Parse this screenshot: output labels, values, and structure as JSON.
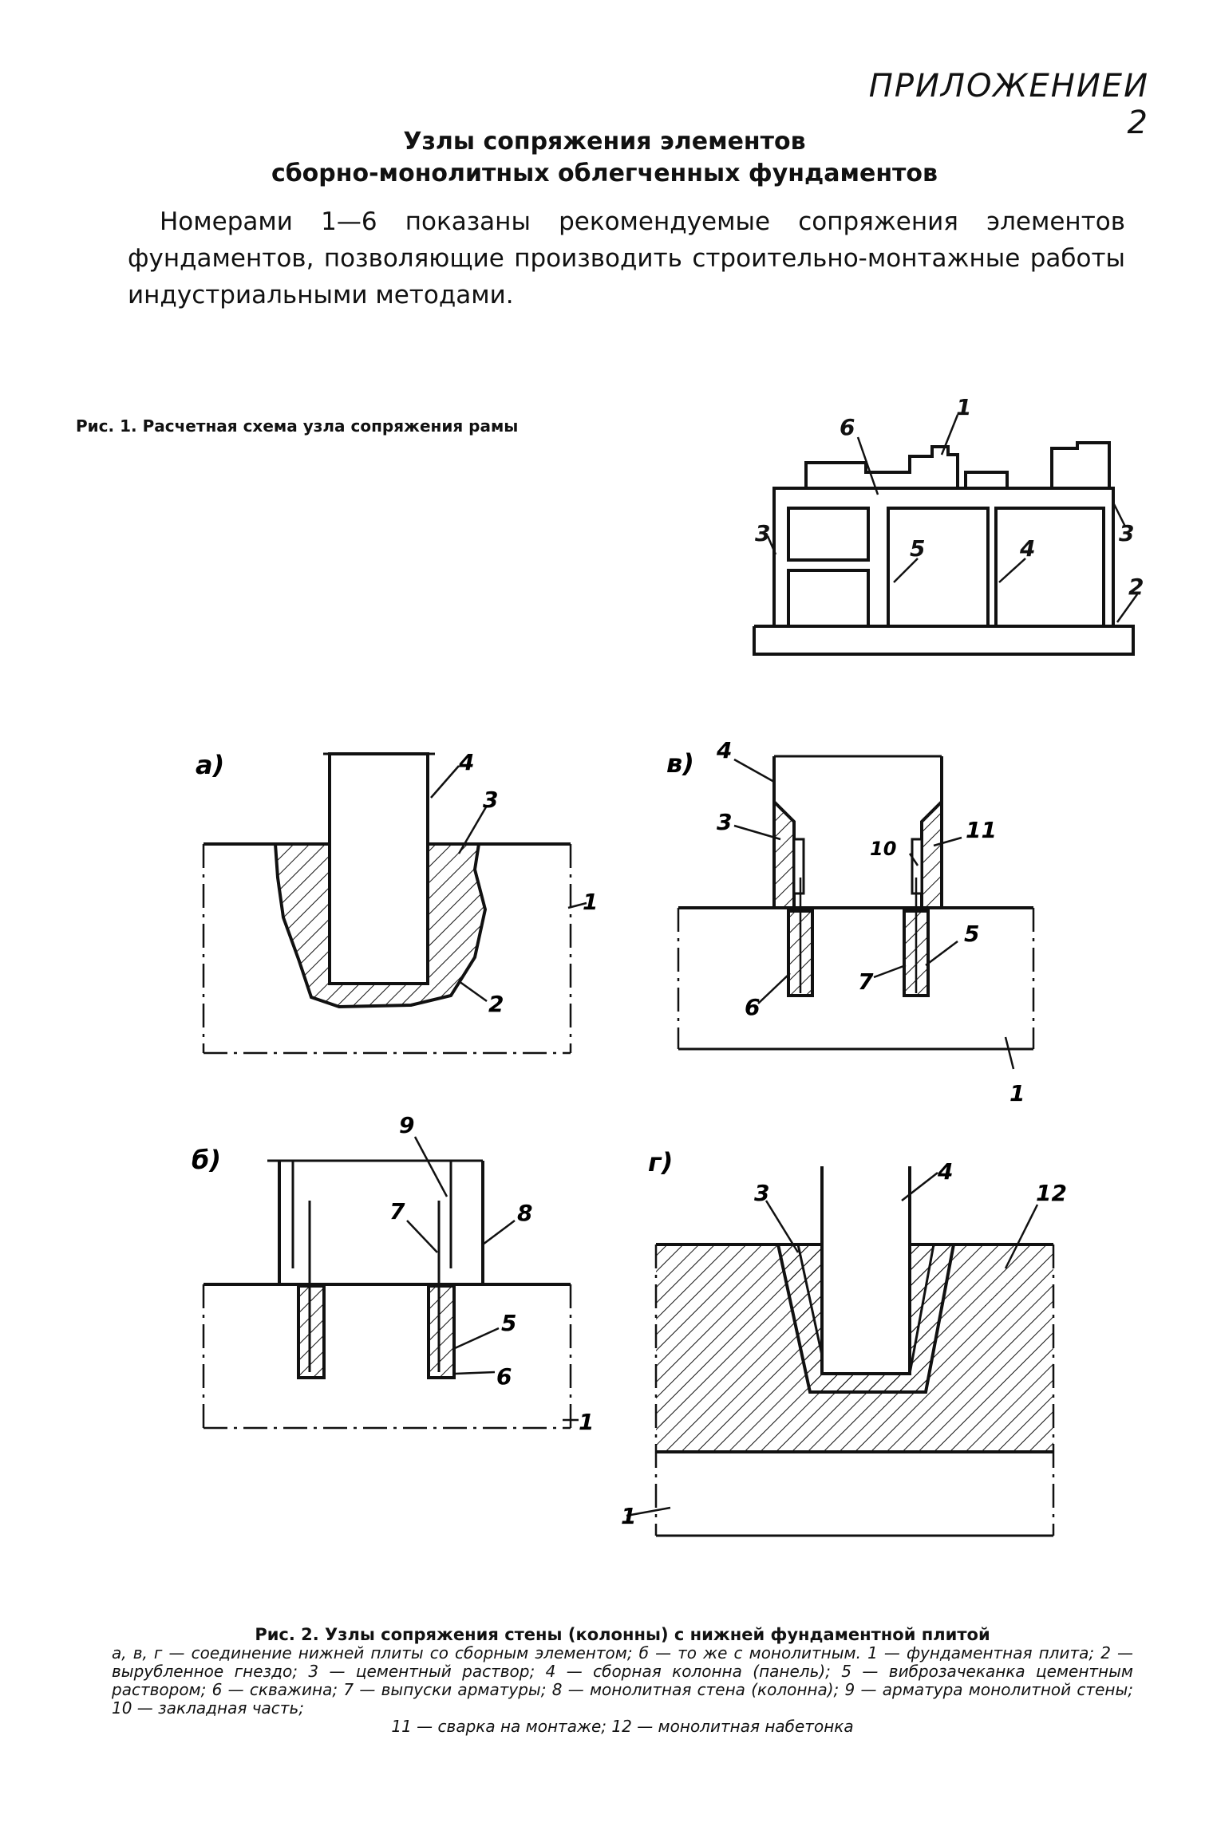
{
  "header": {
    "appendix": "ПРИЛОЖЕНИЕИ 2"
  },
  "title": {
    "line1": "Узлы сопряжения элементов",
    "line2": "сборно-монолитных облегченных фундаментов"
  },
  "intro": "Номерами 1—6 показаны рекомендуемые сопряжения элементов фундаментов, позволяющие производить строительно-монтажные работы индустриальными методами.",
  "figure1": {
    "caption": "Рис. 1. Расчетная схема узла сопряжения рамы",
    "labels": [
      "6",
      "1",
      "3",
      "5",
      "4",
      "3",
      "2"
    ]
  },
  "figure2": {
    "panels": {
      "a": {
        "letter": "а)",
        "labels": [
          "4",
          "3",
          "1",
          "2"
        ]
      },
      "v": {
        "letter": "в)",
        "labels": [
          "4",
          "3",
          "10",
          "11",
          "5",
          "7",
          "6",
          "1"
        ]
      },
      "b": {
        "letter": "б)",
        "labels": [
          "9",
          "7",
          "8",
          "5",
          "6",
          "1"
        ]
      },
      "g": {
        "letter": "г)",
        "labels": [
          "4",
          "3",
          "12",
          "1"
        ]
      }
    },
    "caption": {
      "heading": "Рис. 2. Узлы сопряжения стены (колонны) с нижней фундаментной плитой",
      "body": "а, в, г — соединение нижней плиты со сборным элементом; б — то же с монолитным. 1 — фундаментная плита; 2 — вырубленное гнездо; 3 — цементный раствор; 4 — сборная колонна (панель); 5 — виброзачеканка цементным раствором; 6 — скважина; 7 — выпуски арматуры; 8 — монолитная стена (колонна); 9 — арматура монолитной стены; 10 — закладная часть;",
      "last": "11 — сварка на монтаже; 12 — монолитная набетонка"
    }
  }
}
